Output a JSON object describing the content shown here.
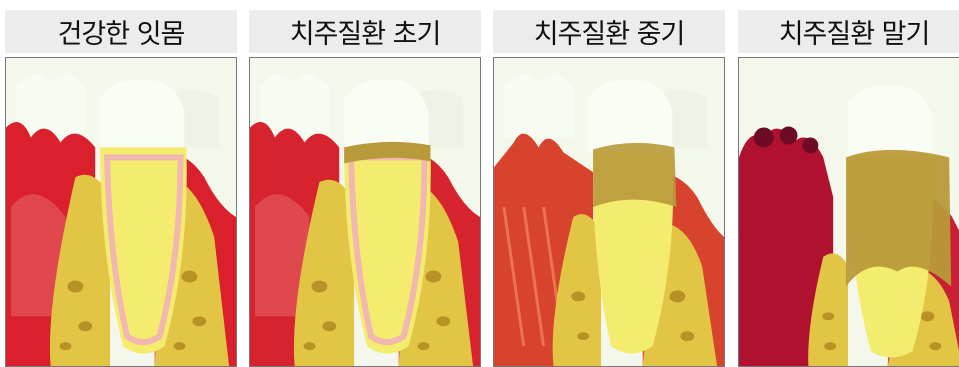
{
  "stages": [
    {
      "label": "건강한 잇몸",
      "gum": "#d9202c",
      "tartar": "none",
      "severity": 0
    },
    {
      "label": "치주질환 초기",
      "gum": "#d6232e",
      "tartar": "light",
      "severity": 1
    },
    {
      "label": "치주질환 중기",
      "gum": "#d8432d",
      "tartar": "medium",
      "severity": 2
    },
    {
      "label": "치주질환 말기",
      "gum": "#b0112e",
      "tartar": "heavy",
      "severity": 3
    }
  ]
}
